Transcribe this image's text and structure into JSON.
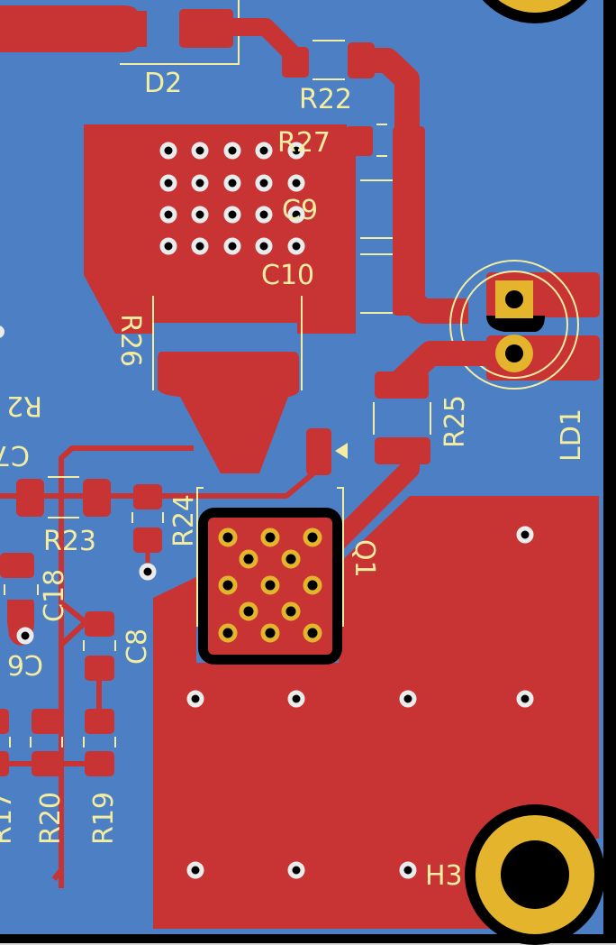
{
  "view": {
    "type": "pcb-layout-canvas",
    "colors": {
      "background_copper_bottom": "#4d7fc4",
      "copper_top": "#c83434",
      "silkscreen": "#f2eda1",
      "pad_plated": "#e3b42c",
      "hole": "#000000",
      "via_ring": "#ebebeb",
      "board_edge": "#000000"
    }
  },
  "designators": {
    "D2": "D2",
    "R22": "R22",
    "R27": "R27",
    "C9": "C9",
    "C10": "C10",
    "R26": "R26",
    "R25": "R25",
    "LD1": "LD1",
    "R24": "R24",
    "R23": "R23",
    "Q1": "Q1",
    "C18": "C18",
    "C8": "C8",
    "C6": "C6",
    "R20": "R20",
    "R19": "R19",
    "R17_partial": "R17",
    "R21_partial": "R2",
    "C7_partial": "C7",
    "H3": "H3"
  },
  "components": [
    {
      "ref": "D2",
      "type": "diode"
    },
    {
      "ref": "R22",
      "type": "resistor"
    },
    {
      "ref": "R27",
      "type": "resistor"
    },
    {
      "ref": "C9",
      "type": "capacitor"
    },
    {
      "ref": "C10",
      "type": "capacitor"
    },
    {
      "ref": "R26",
      "type": "resistor"
    },
    {
      "ref": "R25",
      "type": "resistor"
    },
    {
      "ref": "LD1",
      "type": "led-through-hole"
    },
    {
      "ref": "R24",
      "type": "resistor"
    },
    {
      "ref": "R23",
      "type": "resistor"
    },
    {
      "ref": "Q1",
      "type": "transistor"
    },
    {
      "ref": "C18",
      "type": "capacitor"
    },
    {
      "ref": "C8",
      "type": "capacitor"
    },
    {
      "ref": "C6",
      "type": "capacitor"
    },
    {
      "ref": "R20",
      "type": "resistor"
    },
    {
      "ref": "R19",
      "type": "resistor"
    },
    {
      "ref": "H3",
      "type": "mounting-hole"
    }
  ]
}
